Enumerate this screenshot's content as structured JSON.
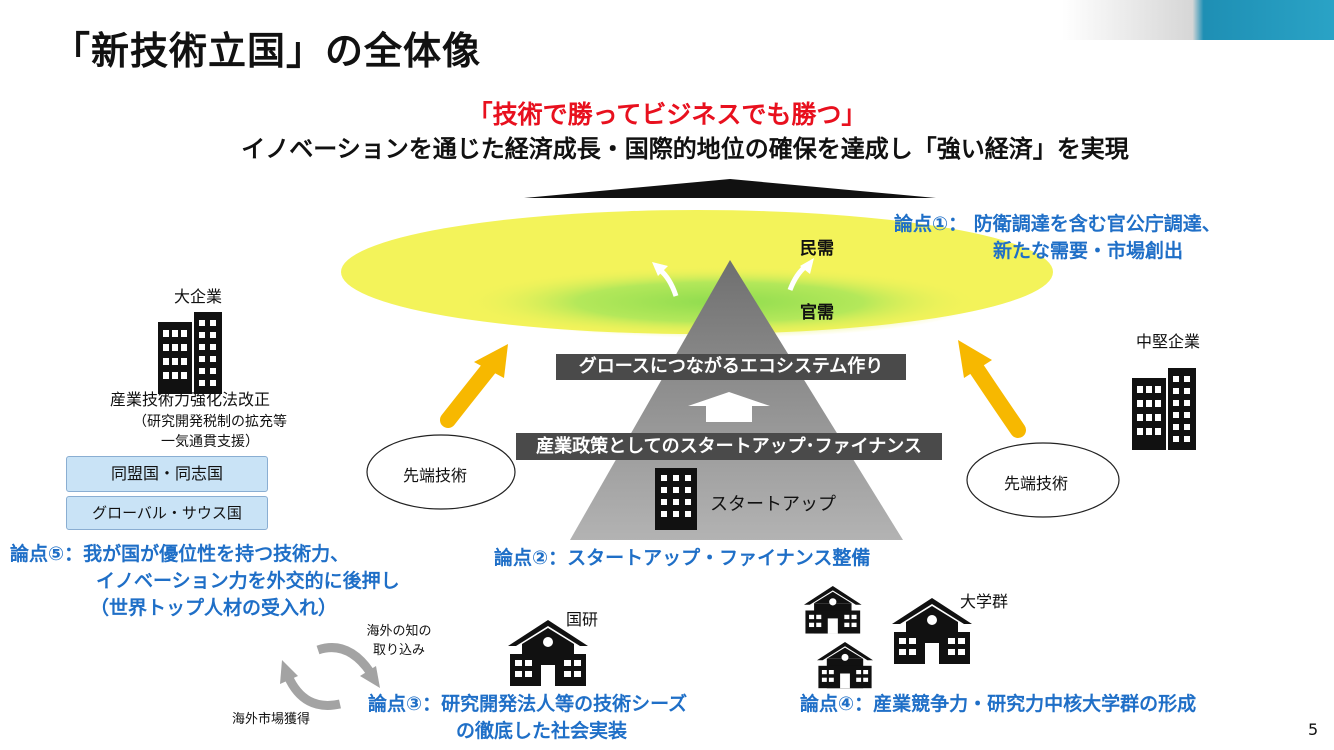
{
  "title": "「新技術立国」の全体像",
  "slogan": {
    "red": "「技術で勝ってビジネスでも勝つ」",
    "main": "イノベーションを通じた経済成長・国際的地位の確保を達成し「強い経済」を実現"
  },
  "demand": {
    "private": "民需",
    "government": "官需"
  },
  "pyramid": {
    "top_band": "グロースにつながるエコシステム作り",
    "bottom_band": "産業政策としてのスタートアップ･ファイナンス",
    "startup_label": "スタートアップ"
  },
  "issues": {
    "issue1": {
      "lines": [
        "論点①： 防衛調達を含む官公庁調達、",
        "新たな需要・市場創出"
      ]
    },
    "issue2": {
      "lines": [
        "論点②：スタートアップ・ファイナンス整備"
      ]
    },
    "issue3": {
      "lines": [
        "論点③：研究開発法人等の技術シーズ",
        "の徹底した社会実装"
      ]
    },
    "issue4": {
      "lines": [
        "論点④：産業競争力・研究力中核大学群の形成"
      ]
    },
    "issue5": {
      "lines": [
        "論点⑤：我が国が優位性を持つ技術力、",
        "イノベーション力を外交的に後押し",
        "（世界トップ人材の受入れ）"
      ]
    }
  },
  "large_enterprise": {
    "label": "大企業",
    "law": "産業技術力強化法改正",
    "note_lines": [
      "（研究開発税制の拡充等",
      "一気通貫支援）"
    ],
    "boxes": [
      "同盟国・同志国",
      "グローバル・サウス国"
    ]
  },
  "mid_enterprise": {
    "label": "中堅企業"
  },
  "tech_left": "先端技術",
  "tech_right": "先端技術",
  "national_lab": {
    "label": "国研"
  },
  "universities": {
    "label": "大学群"
  },
  "overseas": {
    "knowledge": [
      "海外の知の",
      "取り込み"
    ],
    "market": "海外市場獲得"
  },
  "page_number": "5",
  "colors": {
    "slogan_red": "#e8101e",
    "issue_blue": "#1f6fc7",
    "arrow_yellow": "#f7b800",
    "ellipse_yellow": "#f3f35a",
    "ellipse_green": "#9fe05a",
    "pyramid_gray": "#a9a9a9",
    "band_dark": "#4a4a4a",
    "box_blue": "#c9e3f6"
  },
  "icons": [
    "building-icon",
    "school-icon",
    "up-arrow-icon",
    "curved-arrow-icon",
    "cycle-arrow-icon"
  ]
}
